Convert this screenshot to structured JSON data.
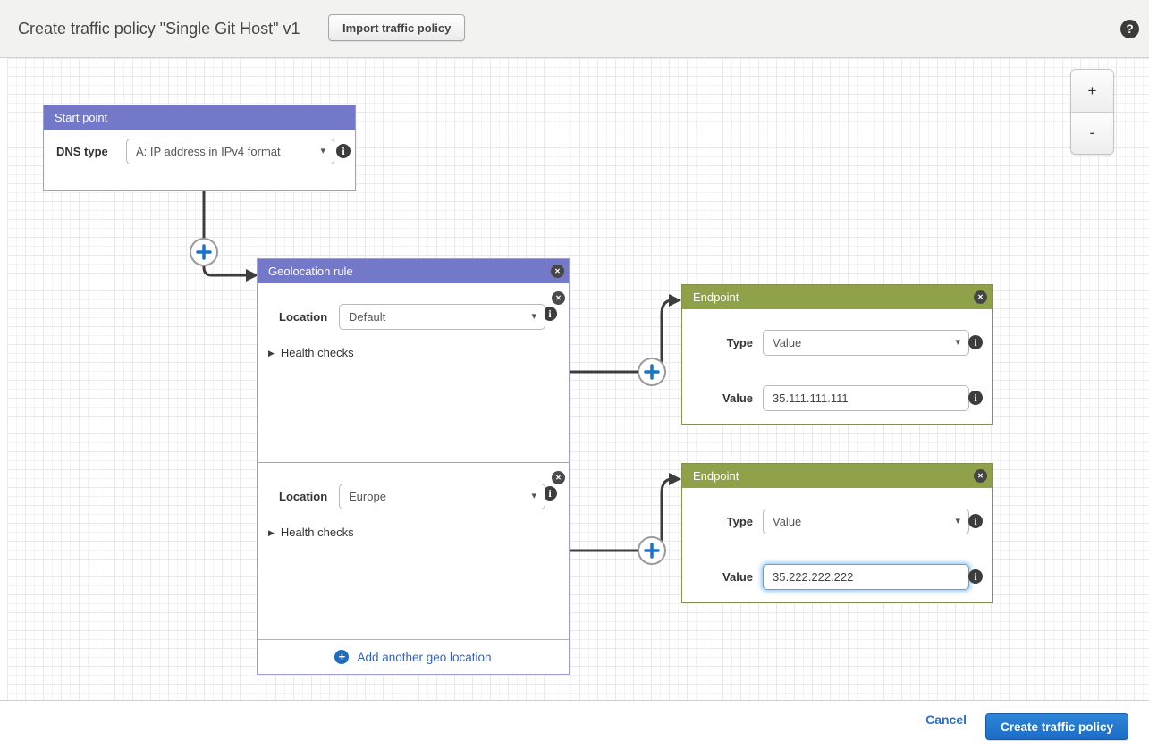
{
  "header": {
    "title": "Create traffic policy \"Single Git Host\" v1",
    "import_button": "Import traffic policy"
  },
  "icons": {
    "help": "?",
    "close": "✕",
    "info": "i",
    "caret": "▾",
    "triangle": "▶",
    "add_plus": "+",
    "zoom_in": "+",
    "zoom_out": "-"
  },
  "canvas": {
    "start_point": {
      "title": "Start point",
      "dns_type_label": "DNS type",
      "dns_type_value": "A: IP address in IPv4 format"
    },
    "geolocation_rule": {
      "title": "Geolocation rule",
      "rules": [
        {
          "location_label": "Location",
          "location_value": "Default",
          "health_checks_label": "Health checks"
        },
        {
          "location_label": "Location",
          "location_value": "Europe",
          "health_checks_label": "Health checks"
        }
      ],
      "add_link": "Add another geo location"
    },
    "endpoints": [
      {
        "title": "Endpoint",
        "type_label": "Type",
        "type_value": "Value",
        "value_label": "Value",
        "value": "35.111.111.111",
        "focused": false
      },
      {
        "title": "Endpoint",
        "type_label": "Type",
        "type_value": "Value",
        "value_label": "Value",
        "value": "35.222.222.222",
        "focused": true
      }
    ]
  },
  "footer": {
    "cancel_label": "Cancel",
    "create_label": "Create traffic policy"
  },
  "colors": {
    "purple_header": "#7478c8",
    "green_header": "#8fa24a",
    "connector": "#3d3d3d",
    "plus_blue": "#1b72c8",
    "link_blue": "#2d62c9",
    "create_button_blue": "#1d6cc6"
  }
}
